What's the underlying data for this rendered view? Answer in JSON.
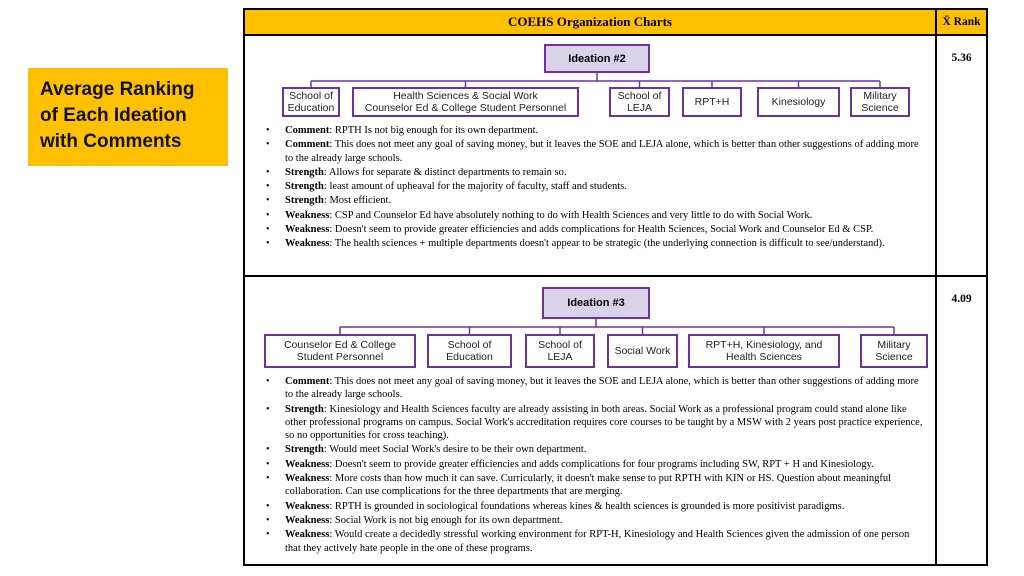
{
  "slide": {
    "title": "Average Ranking of Each Ideation with Comments",
    "colors": {
      "gold": "#FFC000",
      "purple": "#7030A0",
      "lavender": "#D9D2E9",
      "text": "#000000"
    }
  },
  "table": {
    "header": {
      "chart_col": "COEHS Organization Charts",
      "rank_col": "X̄ Rank"
    },
    "rows": [
      {
        "rank": "5.36",
        "ideation": "Ideation #2",
        "children": [
          "School of\nEducation",
          "Health Sciences & Social Work\nCounselor Ed & College Student Personnel",
          "School of\nLEJA",
          "RPT+H",
          "Kinesiology",
          "Military\nScience"
        ],
        "bullets": [
          {
            "label": "Comment",
            "text": "RPTH Is not big enough for its own department."
          },
          {
            "label": "Comment",
            "text": "This does not meet any goal of saving money, but it leaves the SOE and LEJA alone, which is better than other suggestions of adding more to the already large schools."
          },
          {
            "label": "Strength",
            "text": "Allows for separate & distinct departments to remain so."
          },
          {
            "label": "Strength",
            "text": "least amount of upheaval for the majority of faculty, staff and students."
          },
          {
            "label": "Strength",
            "text": "Most efficient."
          },
          {
            "label": "Weakness",
            "text": "CSP and Counselor Ed have absolutely nothing to do with Health Sciences and very little to do with Social Work."
          },
          {
            "label": "Weakness",
            "text": "Doesn't seem to provide greater efficiencies and adds complications for Health Sciences, Social Work and Counselor Ed & CSP."
          },
          {
            "label": "Weakness",
            "text": "The health sciences + multiple departments doesn't appear to be strategic (the underlying connection is difficult to see/understand)."
          }
        ]
      },
      {
        "rank": "4.09",
        "ideation": "Ideation #3",
        "children": [
          "Counselor Ed & College\nStudent Personnel",
          "School of\nEducation",
          "School of\nLEJA",
          "Social Work",
          "RPT+H, Kinesiology, and\nHealth Sciences",
          "Military\nScience"
        ],
        "bullets": [
          {
            "label": "Comment",
            "text": "This does not meet any goal of saving money, but it leaves the SOE and LEJA alone, which is better than other suggestions of adding more to the already large schools."
          },
          {
            "label": "Strength",
            "text": "Kinesiology and Health Sciences faculty are already assisting in both areas. Social Work as a professional program could stand alone like other professional programs on campus. Social Work's accreditation requires core courses to be taught by a MSW with 2 years post practice experience, so no opportunities for cross teaching)."
          },
          {
            "label": "Strength",
            "text": "Would meet Social Work's desire to be their own department."
          },
          {
            "label": "Weakness",
            "text": "Doesn't seem to provide greater efficiencies and adds complications for four programs including SW, RPT + H and Kinesiology."
          },
          {
            "label": "Weakness",
            "text": "More costs than how much it can save. Curricularly, it doesn't make sense to put RPTH with KIN or HS. Question about meaningful collaboration. Can use complications for the three departments that are merging."
          },
          {
            "label": "Weakness",
            "text": "RPTH is grounded in sociological foundations whereas kines & health sciences is grounded is more positivist paradigms."
          },
          {
            "label": "Weakness",
            "text": "Social Work is not big enough for its own department."
          },
          {
            "label": "Weakness",
            "text": "Would create a decidedly stressful working environment for RPT-H, Kinesiology and Health Sciences given the admission of one person that they actively hate people in the one of these programs."
          }
        ]
      }
    ]
  }
}
